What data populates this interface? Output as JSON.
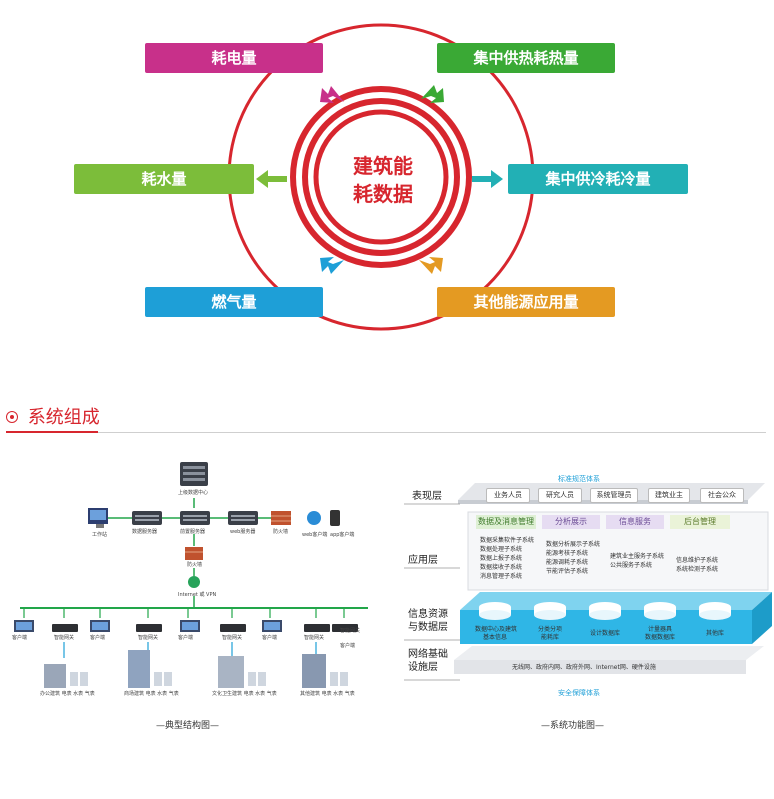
{
  "energy_diagram": {
    "center_text_line1": "建筑能",
    "center_text_line2": "耗数据",
    "categories": [
      {
        "label": "耗电量",
        "color": "#c8308a"
      },
      {
        "label": "集中供热耗热量",
        "color": "#3aa935"
      },
      {
        "label": "耗水量",
        "color": "#7cbd3a"
      },
      {
        "label": "集中供冷耗冷量",
        "color": "#22b0b5"
      },
      {
        "label": "燃气量",
        "color": "#1e9fd7"
      },
      {
        "label": "其他能源应用量",
        "color": "#e49a22"
      }
    ]
  },
  "section": {
    "icon": "circle-dot-icon",
    "title": "系统组成"
  },
  "topology": {
    "caption": "—典型结构图—",
    "top_server": "上级数据中心",
    "servers": [
      "工作站",
      "数据服务器",
      "前置服务器",
      "web服务器",
      "防火墙"
    ],
    "clients": [
      "web客户端",
      "app客户端"
    ],
    "firewall2": "防火墙",
    "internet": "Internet 或 VPN",
    "row_labels": [
      "客户端",
      "智能网关",
      "客户端",
      "智能网关",
      "客户端",
      "智能网关",
      "客户端",
      "智能网关",
      "客户端",
      "智能网关"
    ],
    "buildings": [
      "办公建筑  电表  水表  气表",
      "商场建筑  电表  水表  气表",
      "文化卫生建筑  电表  水表  气表",
      "其他建筑  电表  水表  气表"
    ]
  },
  "functional": {
    "caption": "—系统功能图—",
    "top_label": "标准规范体系",
    "bottom_label": "安全保障体系",
    "layers": [
      "表现层",
      "应用层",
      "信息资源\n与数据层",
      "网络基础\n设施层"
    ],
    "users": [
      "业务人员",
      "研究人员",
      "系统管理员",
      "建筑业主",
      "社会公众"
    ],
    "modules": [
      {
        "title": "数据及消息管理",
        "items": [
          "数据采集软件子系统",
          "数据处理子系统",
          "数据上报子系统",
          "数据接收子系统",
          "消息管理子系统"
        ]
      },
      {
        "title": "分析展示",
        "items": [
          "数据分析展示子系统",
          "能源考核子系统",
          "能源调耗子系统",
          "节能评估子系统"
        ]
      },
      {
        "title": "信息服务",
        "items": [
          "建筑业主服务子系统",
          "公共服务子系统"
        ]
      },
      {
        "title": "后台管理",
        "items": [
          "信息维护子系统",
          "系统检测子系统"
        ]
      }
    ],
    "databases": [
      "数据中心及建筑\n基本信息",
      "分类分项\n能耗库",
      "设计数据库",
      "计量器具\n数据数据库",
      "其他库"
    ],
    "network_text": "无线网、政府内网、政府外网、Internet网、硬件设施"
  }
}
